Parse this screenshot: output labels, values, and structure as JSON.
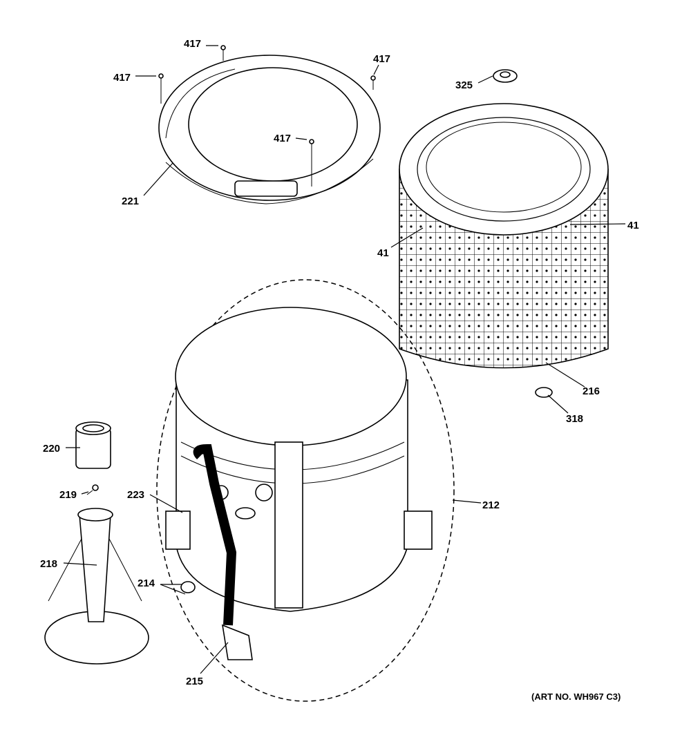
{
  "callouts": {
    "c417a": "417",
    "c417b": "417",
    "c417c": "417",
    "c417d": "417",
    "c221": "221",
    "c325": "325",
    "c41a": "41",
    "c41b": "41",
    "c216": "216",
    "c318": "318",
    "c220": "220",
    "c219": "219",
    "c223": "223",
    "c212": "212",
    "c218": "218",
    "c214": "214",
    "c215": "215"
  },
  "art_number": "(ART NO. WH967 C3)"
}
